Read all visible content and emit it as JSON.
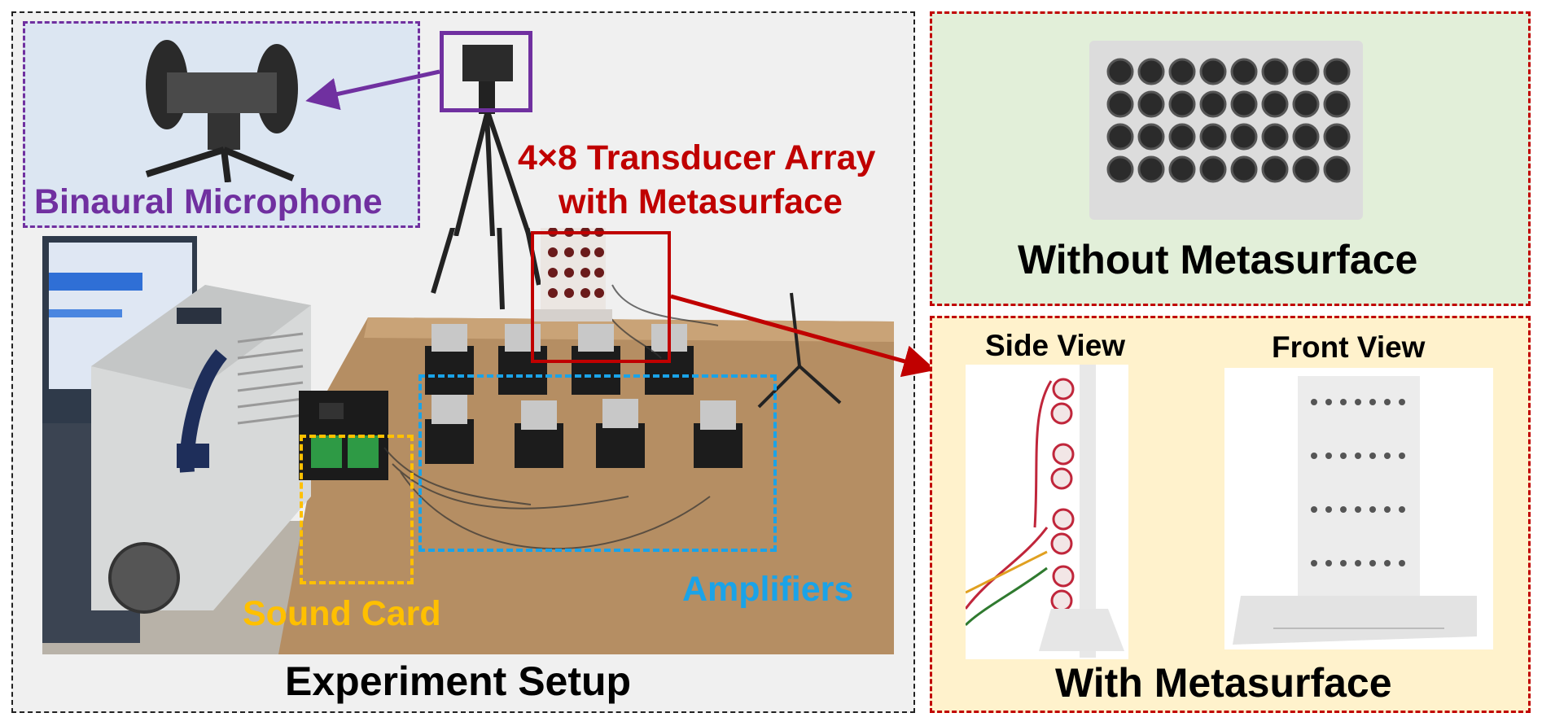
{
  "experiment": {
    "title": "Experiment Setup",
    "binaural_label": "Binaural Microphone",
    "array_label_line1": "4×8 Transducer Array",
    "array_label_line2": "with Metasurface",
    "sound_card_label": "Sound Card",
    "amplifiers_label": "Amplifiers"
  },
  "without": {
    "label": "Without Metasurface"
  },
  "with": {
    "label": "With Metasurface",
    "side_view_label": "Side View",
    "front_view_label": "Front View"
  },
  "colors": {
    "purple": "#7030A0",
    "red": "#C00000",
    "orange": "#FFC000",
    "cyan": "#1AA3E8",
    "green_bg": "#E2EFD9",
    "yellow_bg": "#FFF2CC",
    "blue_bg": "#DCE6F2",
    "setup_bg": "#F0F0F0"
  }
}
